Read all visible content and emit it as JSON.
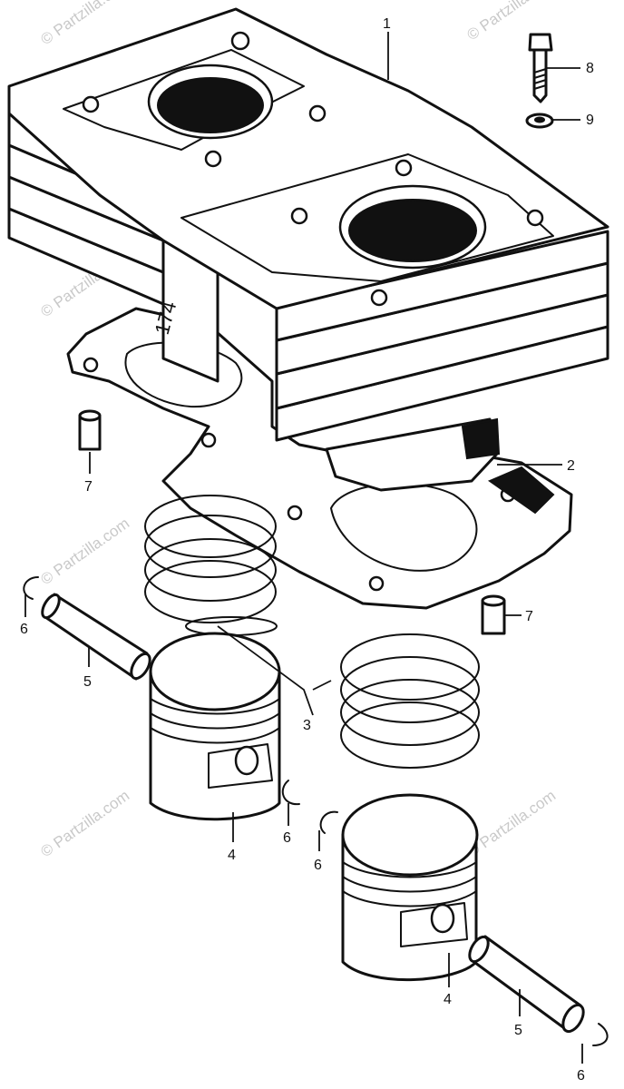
{
  "watermark_text": "© Partzilla.com",
  "casting_mark": "174",
  "callouts": [
    {
      "number": "1"
    },
    {
      "number": "2"
    },
    {
      "number": "3"
    },
    {
      "number": "4"
    },
    {
      "number": "4"
    },
    {
      "number": "5"
    },
    {
      "number": "5"
    },
    {
      "number": "6"
    },
    {
      "number": "6"
    },
    {
      "number": "6"
    },
    {
      "number": "6"
    },
    {
      "number": "7"
    },
    {
      "number": "7"
    },
    {
      "number": "8"
    },
    {
      "number": "9"
    }
  ],
  "colors": {
    "ink": "#111111",
    "paper": "#ffffff",
    "watermark": "#c9c9c9"
  }
}
